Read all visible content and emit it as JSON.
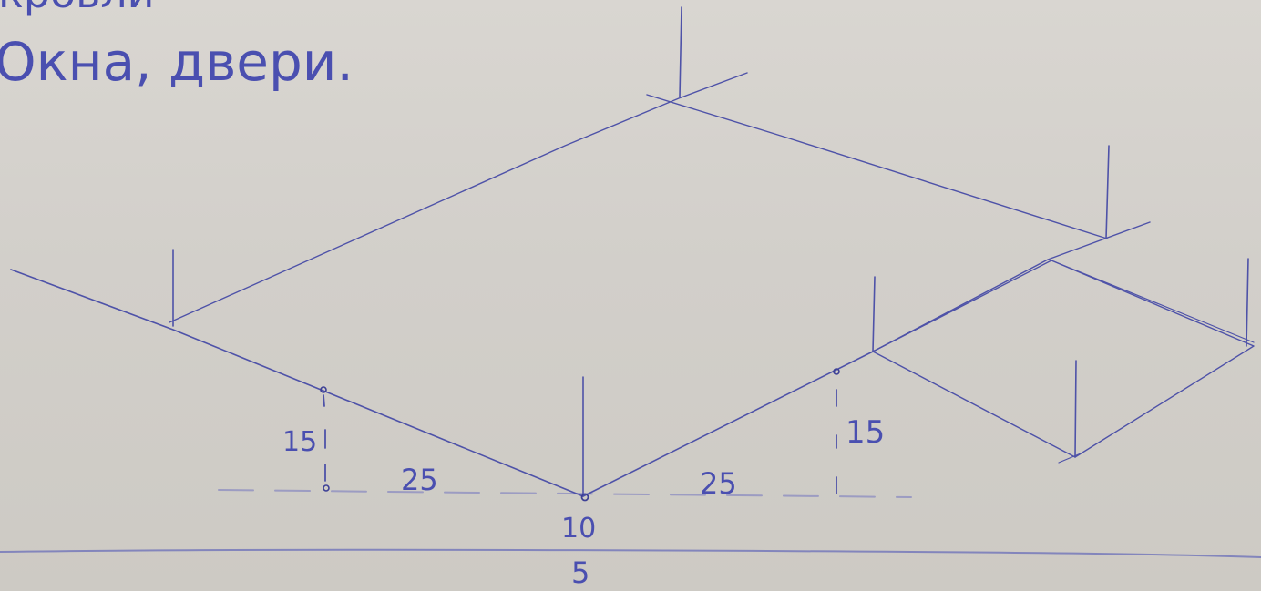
{
  "heading": {
    "line1": "кровли",
    "line2": "Окна, двери."
  },
  "dimensions": {
    "left_height": "15",
    "right_height": "15",
    "left_span": "25",
    "right_span": "25",
    "center_upper": "10",
    "center_lower": "5"
  },
  "colors": {
    "ink": "#4e52a8",
    "paper": "#d5d1cb"
  }
}
